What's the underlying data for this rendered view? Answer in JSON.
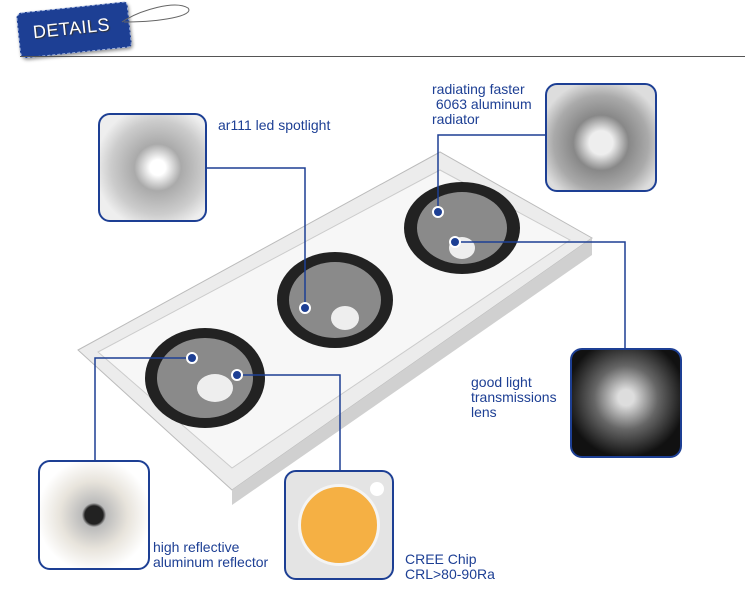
{
  "header": {
    "tag_label": "DETAILS"
  },
  "callouts": {
    "spotlight": "ar111 led spotlight",
    "radiator": [
      "radiating faster",
      " 6063 aluminum",
      "radiator"
    ],
    "lens": [
      "good light",
      "transmissions",
      "lens"
    ],
    "reflector": [
      "high reflective",
      "aluminum reflector"
    ],
    "chip": [
      "CREE Chip",
      "CRL>80-90Ra"
    ]
  },
  "colors": {
    "accent": "#1d3f94",
    "chip": "#f5b044"
  }
}
